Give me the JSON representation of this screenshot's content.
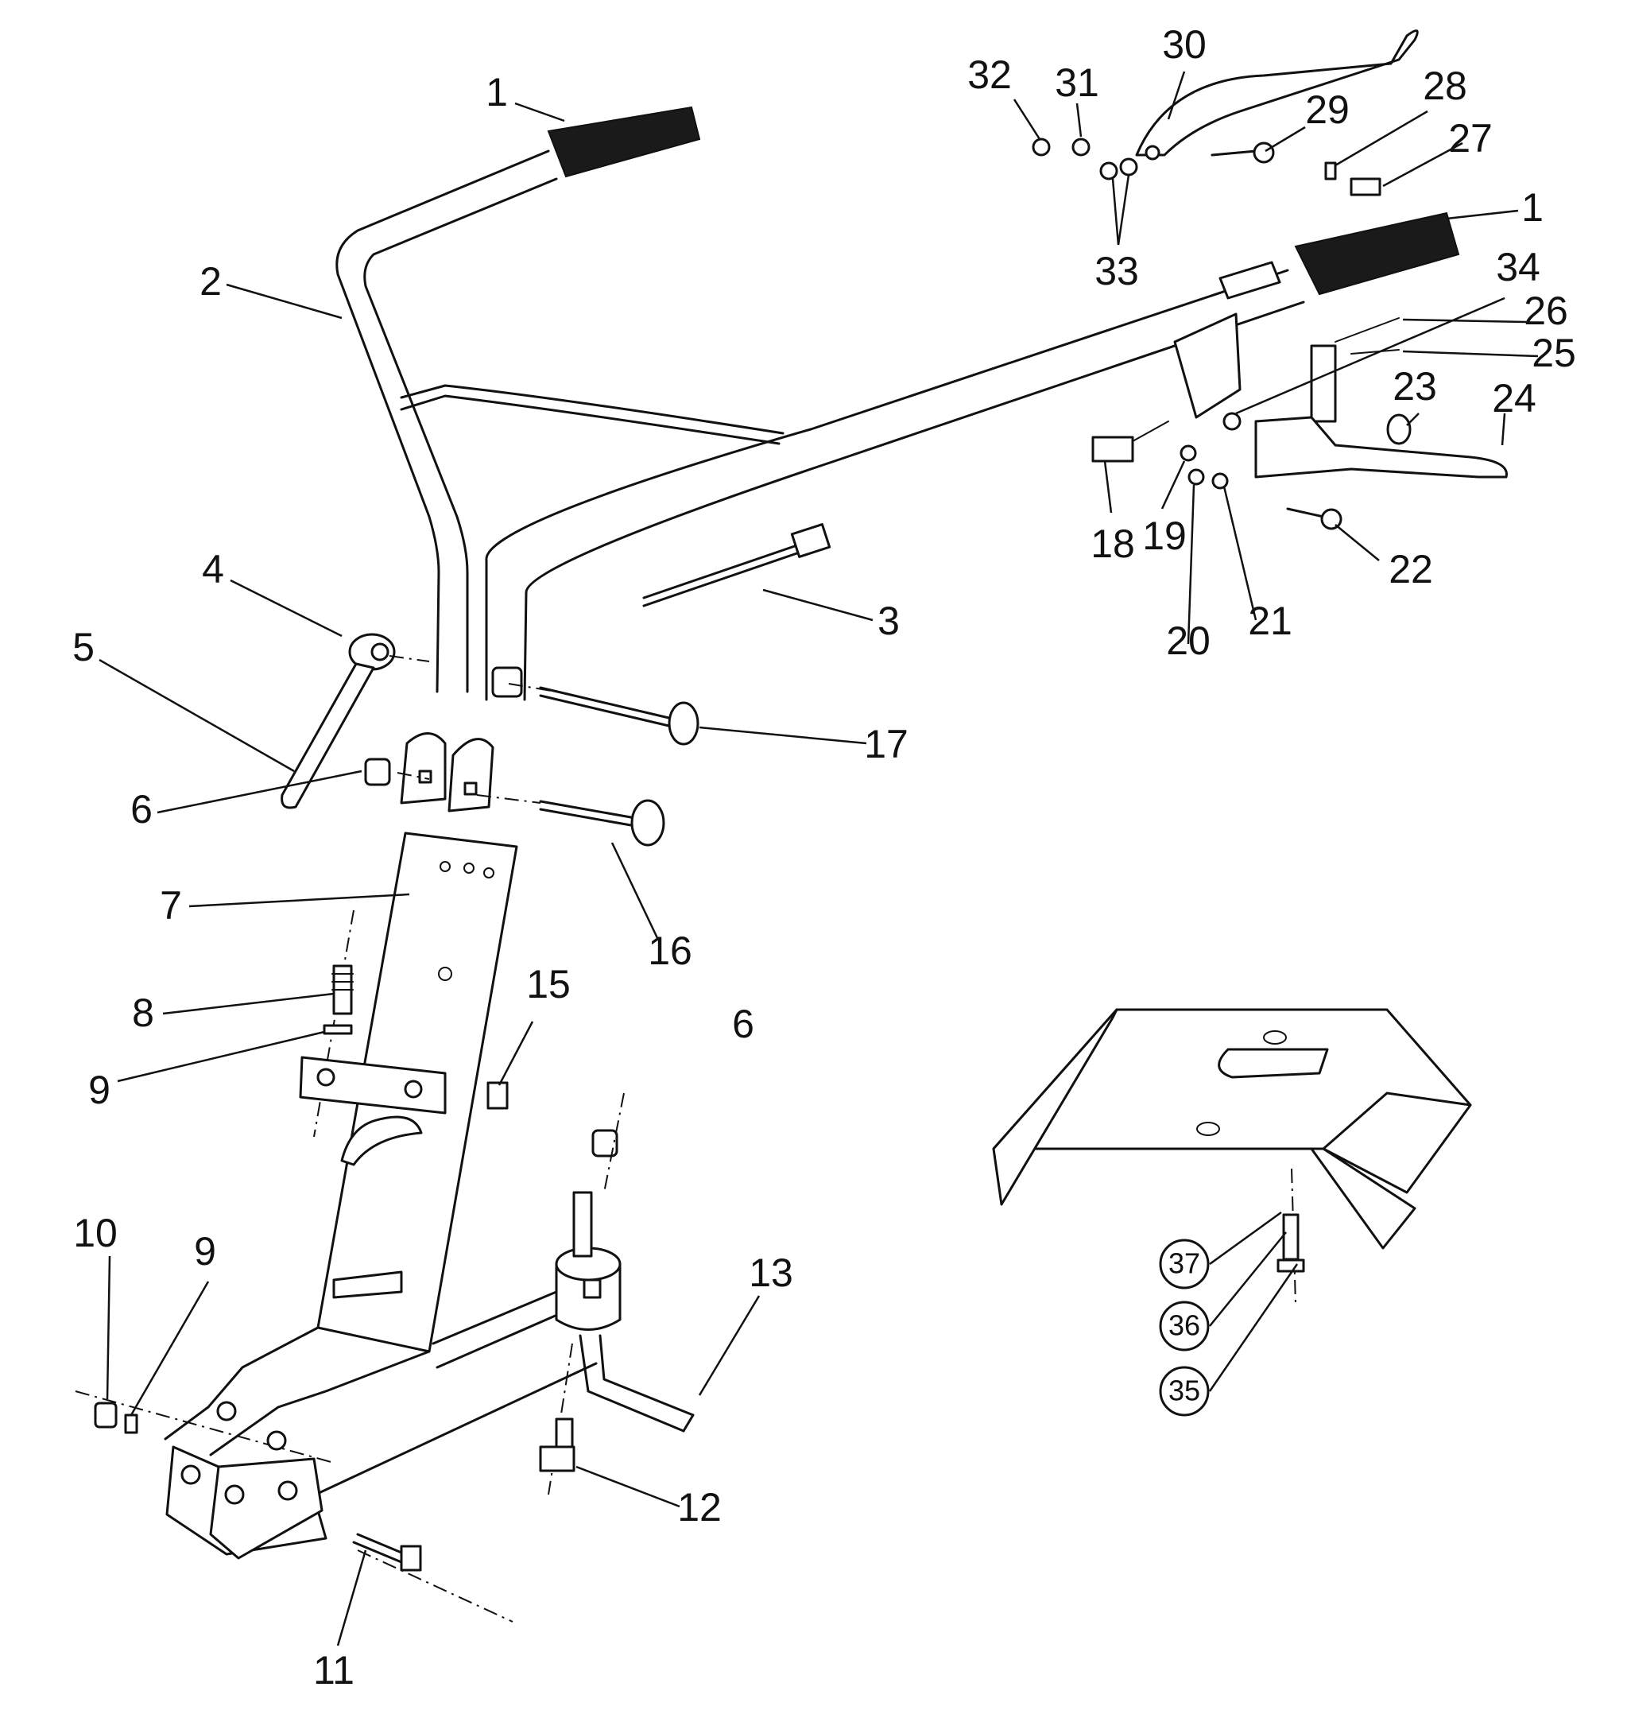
{
  "callouts": [
    {
      "id": "c1a",
      "text": "1"
    },
    {
      "id": "c1b",
      "text": "1"
    },
    {
      "id": "c2",
      "text": "2"
    },
    {
      "id": "c3",
      "text": "3"
    },
    {
      "id": "c4",
      "text": "4"
    },
    {
      "id": "c5",
      "text": "5"
    },
    {
      "id": "c6a",
      "text": "6"
    },
    {
      "id": "c6b",
      "text": "6"
    },
    {
      "id": "c7",
      "text": "7"
    },
    {
      "id": "c8",
      "text": "8"
    },
    {
      "id": "c9a",
      "text": "9"
    },
    {
      "id": "c9b",
      "text": "9"
    },
    {
      "id": "c10",
      "text": "10"
    },
    {
      "id": "c11",
      "text": "11"
    },
    {
      "id": "c12",
      "text": "12"
    },
    {
      "id": "c13",
      "text": "13"
    },
    {
      "id": "c15",
      "text": "15"
    },
    {
      "id": "c16",
      "text": "16"
    },
    {
      "id": "c17",
      "text": "17"
    },
    {
      "id": "c18",
      "text": "18"
    },
    {
      "id": "c19",
      "text": "19"
    },
    {
      "id": "c20",
      "text": "20"
    },
    {
      "id": "c21",
      "text": "21"
    },
    {
      "id": "c22",
      "text": "22"
    },
    {
      "id": "c23",
      "text": "23"
    },
    {
      "id": "c24",
      "text": "24"
    },
    {
      "id": "c25",
      "text": "25"
    },
    {
      "id": "c26",
      "text": "26"
    },
    {
      "id": "c27",
      "text": "27"
    },
    {
      "id": "c28",
      "text": "28"
    },
    {
      "id": "c29",
      "text": "29"
    },
    {
      "id": "c30",
      "text": "30"
    },
    {
      "id": "c31",
      "text": "31"
    },
    {
      "id": "c32",
      "text": "32"
    },
    {
      "id": "c33",
      "text": "33"
    },
    {
      "id": "c34",
      "text": "34"
    },
    {
      "id": "c35",
      "text": "35"
    },
    {
      "id": "c36",
      "text": "36"
    },
    {
      "id": "c37",
      "text": "37"
    }
  ]
}
